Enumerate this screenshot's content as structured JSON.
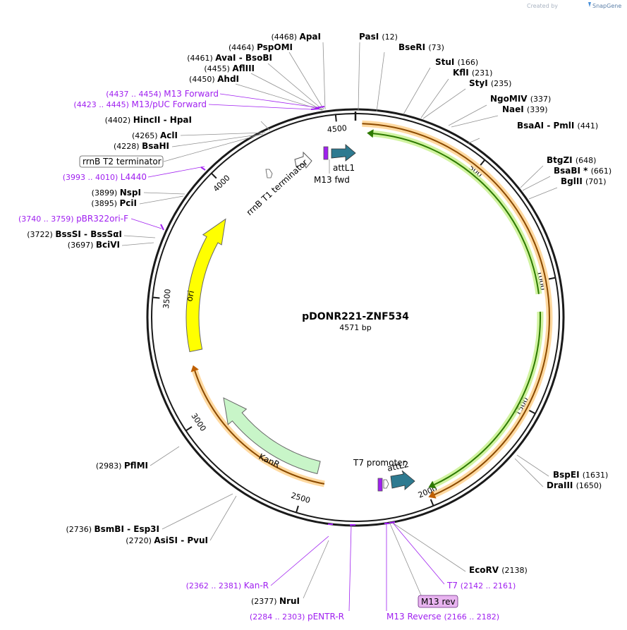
{
  "credit": {
    "prefix": "Created by",
    "brand": "SnapGene"
  },
  "map": {
    "name": "pDONR221-ZNF534",
    "length_label": "4571 bp",
    "total_bp": 4571,
    "ticks": [
      "500",
      "1000",
      "1500",
      "2000",
      "2500",
      "3000",
      "3500",
      "4000",
      "4500"
    ]
  },
  "features": [
    {
      "name": "attL1",
      "label": "attL1",
      "color": "#2e7a90",
      "kind": "block-arrow"
    },
    {
      "name": "m13-fwd",
      "label": "M13 fwd",
      "color": "#a020f0",
      "kind": "small"
    },
    {
      "name": "rrnb-t1-terminator",
      "label": "rrnB T1 terminator",
      "color": "#ffffff",
      "kind": "outline-arrow"
    },
    {
      "name": "rrnb-t2-terminator",
      "label": "rrnB T2 terminator",
      "color": "#ffffff",
      "kind": "boxed-label"
    },
    {
      "name": "ori",
      "label": "ori",
      "color": "#ffff00",
      "kind": "arc-arrow"
    },
    {
      "name": "kanr",
      "label": "KanR",
      "color": "#c8f5c8",
      "kind": "arc-arrow"
    },
    {
      "name": "t7-promoter",
      "label": "T7 promoter",
      "color": "#ffffff",
      "kind": "small"
    },
    {
      "name": "attL2",
      "label": "attL2",
      "color": "#2e7a90",
      "kind": "block-arrow"
    },
    {
      "name": "znf534-orf",
      "label": "",
      "color": "#7dc91c",
      "kind": "arc-arrow"
    },
    {
      "name": "orange-orf-1",
      "label": "",
      "color": "#f0a030",
      "kind": "arc-arrow"
    },
    {
      "name": "orange-orf-2",
      "label": "",
      "color": "#f0a030",
      "kind": "arc-arrow"
    }
  ],
  "sites_right": [
    {
      "name": "PasI",
      "pos": "(12)"
    },
    {
      "name": "BseRI",
      "pos": "(73)"
    },
    {
      "name": "StuI",
      "pos": "(166)"
    },
    {
      "name": "KflI",
      "pos": "(231)"
    },
    {
      "name": "StyI",
      "pos": "(235)"
    },
    {
      "name": "NgoMIV",
      "pos": "(337)"
    },
    {
      "name": "NaeI",
      "pos": "(339)"
    },
    {
      "name": "BsaAI - PmlI",
      "pos": "(441)"
    },
    {
      "name": "BtgZI",
      "pos": "(648)"
    },
    {
      "name": "BsaBI *",
      "pos": "(661)"
    },
    {
      "name": "BglII",
      "pos": "(701)"
    },
    {
      "name": "BspEI",
      "pos": "(1631)"
    },
    {
      "name": "DraIII",
      "pos": "(1650)"
    },
    {
      "name": "EcoRV",
      "pos": "(2138)"
    }
  ],
  "sites_left": [
    {
      "name": "ApaI",
      "pos": "(4468)"
    },
    {
      "name": "PspOMI",
      "pos": "(4464)"
    },
    {
      "name": "AvaI - BsoBI",
      "pos": "(4461)"
    },
    {
      "name": "AflIII",
      "pos": "(4455)"
    },
    {
      "name": "AhdI",
      "pos": "(4450)"
    },
    {
      "name": "HincII - HpaI",
      "pos": "(4402)"
    },
    {
      "name": "AclI",
      "pos": "(4265)"
    },
    {
      "name": "BsaHI",
      "pos": "(4228)"
    },
    {
      "name": "NspI",
      "pos": "(3899)"
    },
    {
      "name": "PciI",
      "pos": "(3895)"
    },
    {
      "name": "BssSI - BssSαI",
      "pos": "(3722)"
    },
    {
      "name": "BciVI",
      "pos": "(3697)"
    },
    {
      "name": "PflMI",
      "pos": "(2983)"
    },
    {
      "name": "BsmBI - Esp3I",
      "pos": "(2736)"
    },
    {
      "name": "AsiSI - PvuI",
      "pos": "(2720)"
    },
    {
      "name": "NruI",
      "pos": "(2377)"
    }
  ],
  "primers": [
    {
      "name": "M13 Forward",
      "range": "(4437 .. 4454)"
    },
    {
      "name": "M13/pUC Forward",
      "range": "(4423 .. 4445)"
    },
    {
      "name": "L4440",
      "range": "(3993 .. 4010)"
    },
    {
      "name": "pBR322ori-F",
      "range": "(3740 .. 3759)"
    },
    {
      "name": "Kan-R",
      "range": "(2362 .. 2381)"
    },
    {
      "name": "pENTR-R",
      "range": "(2284 .. 2303)"
    },
    {
      "name": "M13 Reverse",
      "range": "(2166 .. 2182)"
    },
    {
      "name": "T7",
      "range": "(2142 .. 2161)"
    },
    {
      "name": "M13 rev",
      "range": ""
    }
  ],
  "colors": {
    "backbone": "#1a1a1a",
    "site_text": "#000000",
    "primer_text": "#a020f0",
    "leader_line": "#909090",
    "highlight_box": "#e8b4f0"
  }
}
